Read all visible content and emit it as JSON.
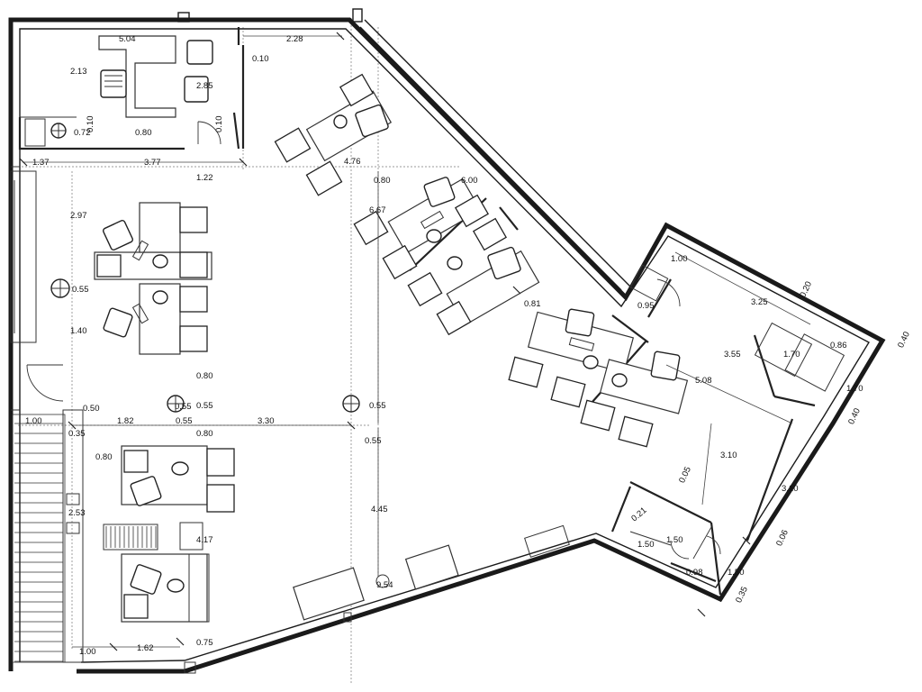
{
  "drawing": {
    "dimensions": [
      "5.04",
      "2.13",
      "2.85",
      "0.10",
      "2.28",
      "0.80",
      "0.72",
      "0.10",
      "0.10",
      "1.37",
      "3.77",
      "1.22",
      "4.76",
      "0.80",
      "6.00",
      "6.67",
      "2.97",
      "0.55",
      "1.40",
      "0.80",
      "0.55",
      "0.55",
      "0.55",
      "0.81",
      "0.95",
      "1.00",
      "3.25",
      "0.20",
      "3.55",
      "1.70",
      "0.86",
      "0.40",
      "1.70",
      "5.08",
      "0.40",
      "0.50",
      "1.00",
      "1.82",
      "0.55",
      "3.30",
      "0.80",
      "0.55",
      "0.35",
      "0.80",
      "4.45",
      "3.10",
      "3.10",
      "0.05",
      "0.21",
      "1.50",
      "1.50",
      "0.98",
      "0.06",
      "1.50",
      "0.35",
      "4.17",
      "9.54",
      "1.62",
      "0.75",
      "1.00",
      "2.53"
    ]
  }
}
